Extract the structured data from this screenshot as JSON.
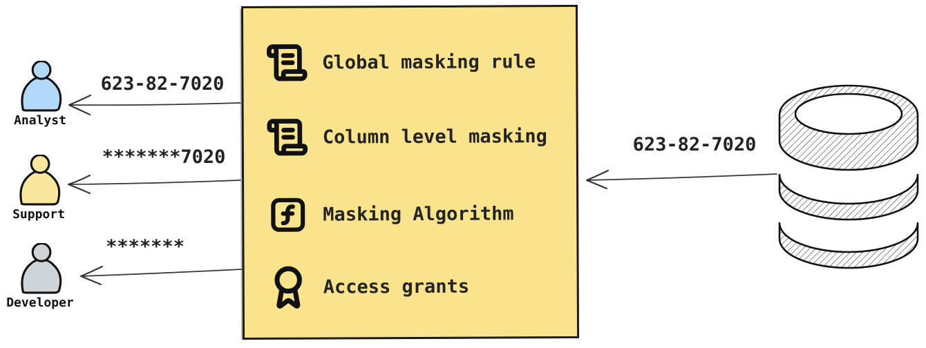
{
  "personas": [
    {
      "label": "Analyst",
      "received_value": "623-82-7020",
      "fill": "#B3D9F8",
      "icon": "person-icon"
    },
    {
      "label": "Support",
      "received_value": "*******7020",
      "fill": "#FAE79E",
      "icon": "person-icon"
    },
    {
      "label": "Developer",
      "received_value": "*******",
      "fill": "#CFD4D9",
      "icon": "person-icon"
    }
  ],
  "policy_box": {
    "fill": "#F9E38D",
    "border": "#1B1B1B",
    "items": [
      {
        "icon": "scroll-text-icon",
        "label": "Global masking rule"
      },
      {
        "icon": "scroll-text-icon",
        "label": "Column level masking"
      },
      {
        "icon": "square-function-icon",
        "label": "Masking Algorithm"
      },
      {
        "icon": "award-icon",
        "label": "Access grants"
      }
    ]
  },
  "database": {
    "icon": "database-icon",
    "source_value": "623-82-7020"
  }
}
